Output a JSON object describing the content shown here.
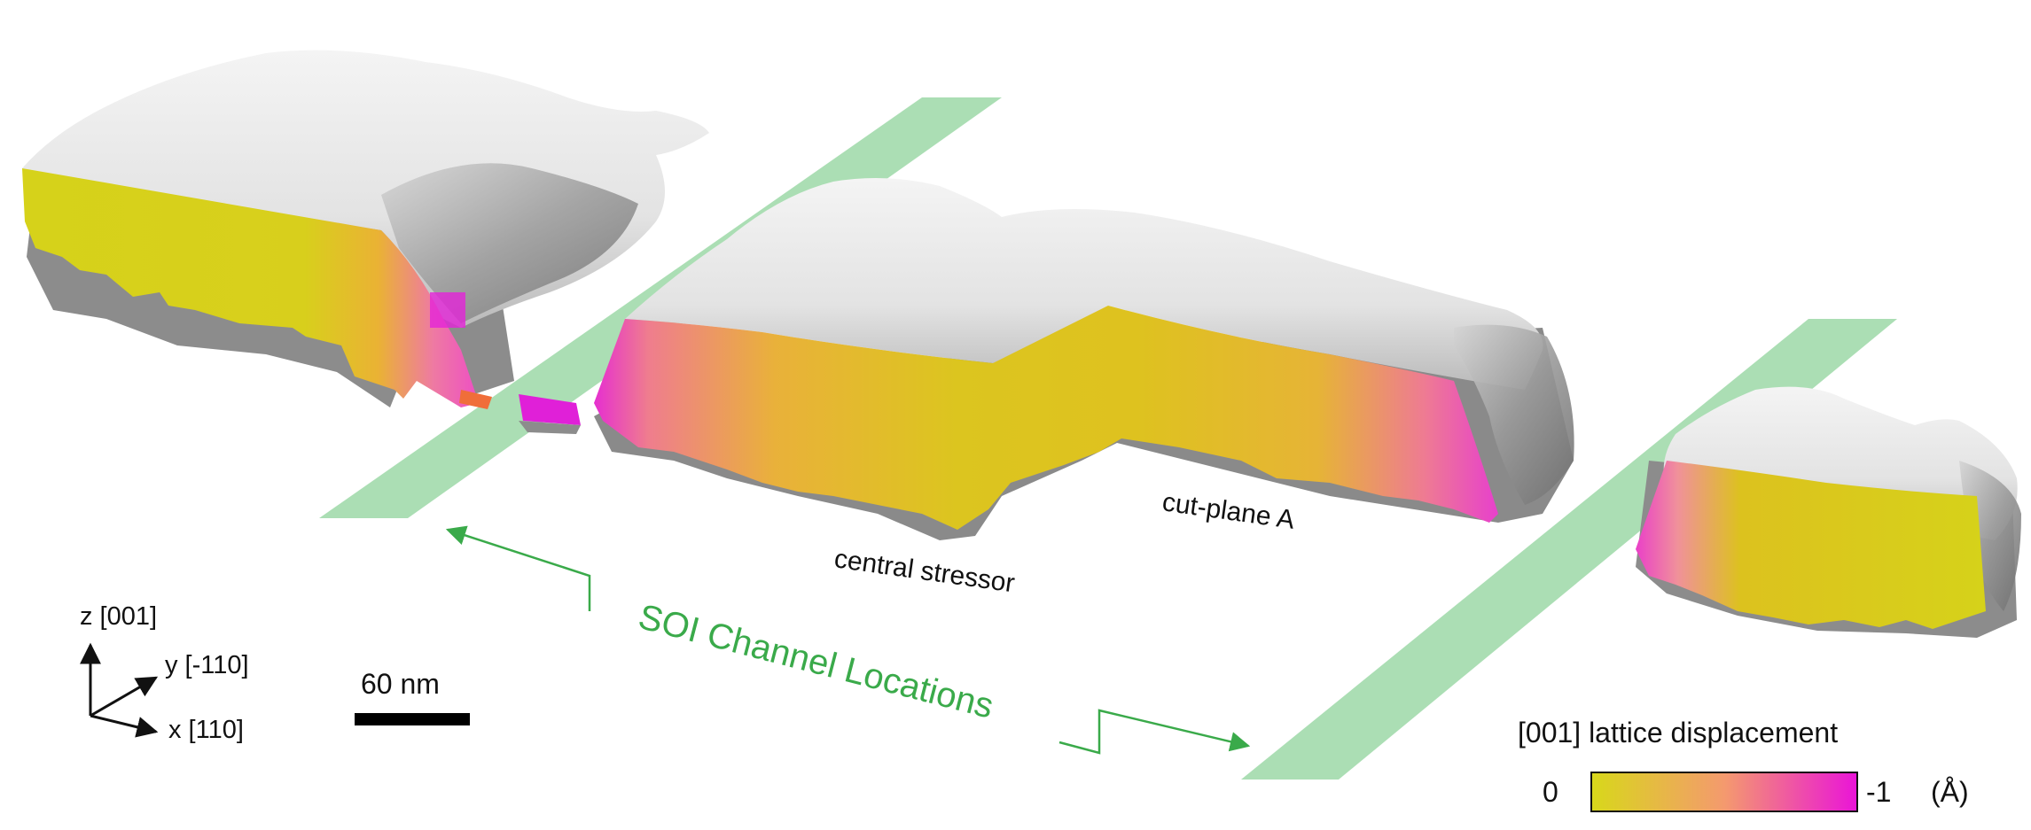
{
  "labels": {
    "cut_plane": "cut-plane A",
    "central_stressor": "central stressor",
    "soi_channels": "SOI Channel Locations"
  },
  "axes": {
    "z": "z [001]",
    "y": "y [-110]",
    "x": "x [110]"
  },
  "scale_bar": {
    "label": "60 nm"
  },
  "colorbar": {
    "title": "[001] lattice displacement",
    "min_label": "0",
    "max_label": "-1",
    "unit_label": "(Å)",
    "color_start": "#d6d61a",
    "color_mid": "#f29a6a",
    "color_end": "#ea14d8"
  },
  "colors": {
    "channel_band": "#a6dcb0",
    "channel_text": "#3aaa4a",
    "surface_light": "#ebebeb",
    "surface_shadow": "#8c8c8c",
    "cut_face": "#d9d21c"
  }
}
